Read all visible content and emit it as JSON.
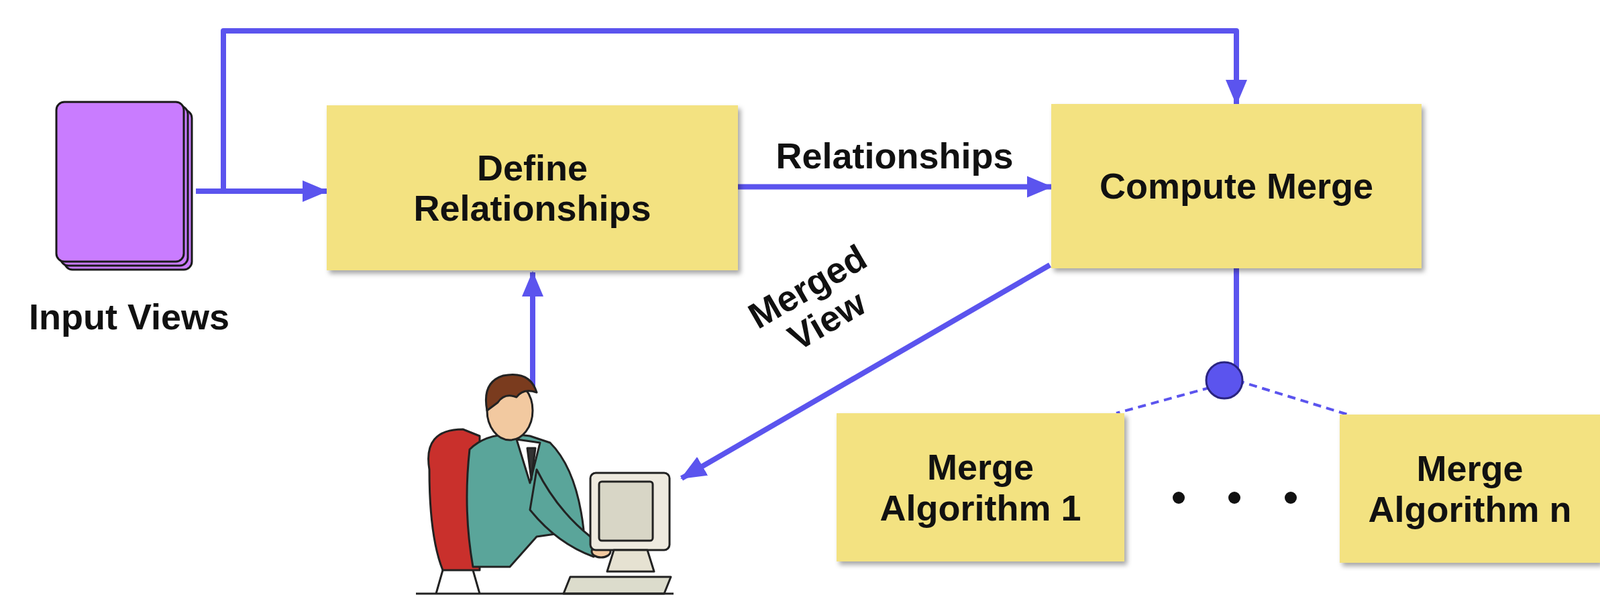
{
  "diagram": {
    "nodes": [
      {
        "text": [
          "Input Views"
        ]
      },
      {
        "text": [
          "Define Relationships"
        ]
      },
      {
        "text": [
          "Compute Merge"
        ]
      },
      {
        "text": [
          "Merge Algorithm 1"
        ]
      },
      {
        "text": [
          "Merge Algorithm n"
        ]
      }
    ],
    "edges": [
      {
        "from": 0,
        "to": 1,
        "arrow": "to"
      },
      {
        "from": 0,
        "to": 2,
        "arrow": "to"
      },
      {
        "from": 1,
        "to": 2,
        "label": "Relationships",
        "arrow": "to"
      },
      {
        "from": 2,
        "to": 3,
        "arrow": "none"
      },
      {
        "from": 2,
        "to": 4,
        "arrow": "none"
      }
    ],
    "labels": [
      "Merged View"
    ]
  }
}
